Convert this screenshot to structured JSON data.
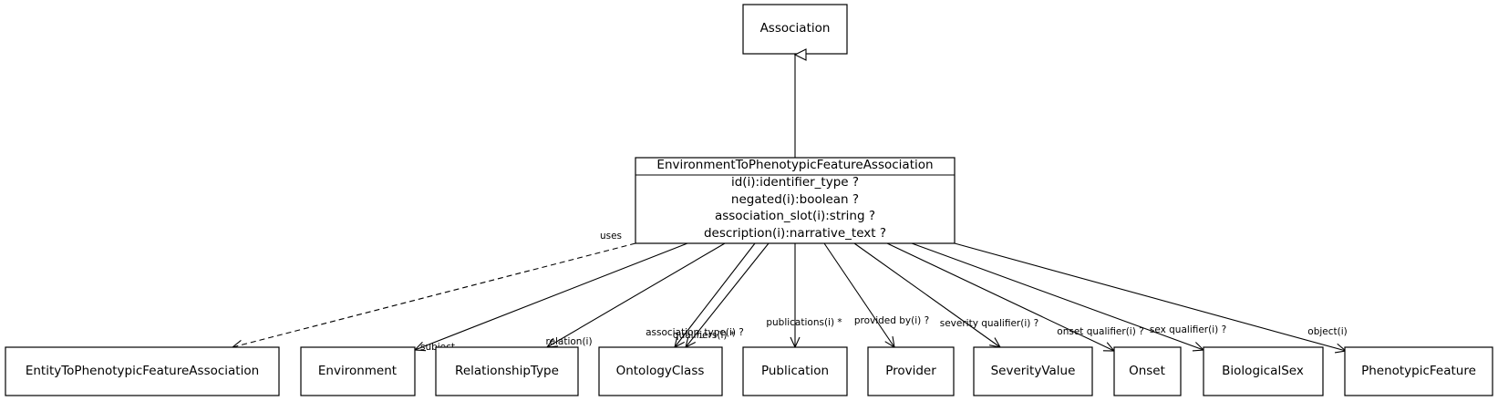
{
  "parent": {
    "name": "Association"
  },
  "main": {
    "name": "EnvironmentToPhenotypicFeatureAssociation",
    "attributes": [
      "id(i):identifier_type ?",
      "negated(i):boolean ?",
      "association_slot(i):string ?",
      "description(i):narrative_text ?"
    ]
  },
  "targets": [
    "EntityToPhenotypicFeatureAssociation",
    "Environment",
    "RelationshipType",
    "OntologyClass",
    "Publication",
    "Provider",
    "SeverityValue",
    "Onset",
    "BiologicalSex",
    "PhenotypicFeature"
  ],
  "edge_labels": {
    "uses": "uses",
    "subject": "subject",
    "relation": "relation(i)",
    "association_type": "association_type(i) ?",
    "qualifiers": "qualifiers(i) *",
    "publications": "publications(i) *",
    "provided_by": "provided by(i) ?",
    "severity_qualifier": "severity qualifier(i) ?",
    "onset_qualifier": "onset qualifier(i) ?",
    "sex_qualifier": "sex qualifier(i) ?",
    "object": "object(i)"
  },
  "colors": {
    "line": "#000000",
    "fill": "#ffffff"
  }
}
